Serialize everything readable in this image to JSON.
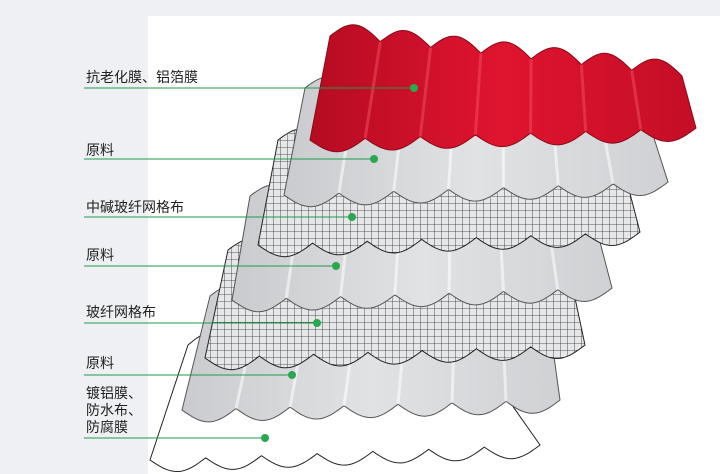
{
  "labels": {
    "l1": "抗老化膜、铝箔膜",
    "l2": "原料",
    "l3": "中碱玻纤网格布",
    "l4": "原料",
    "l5": "玻纤网格布",
    "l6": "原料",
    "l7a": "镀铝膜、",
    "l7b": "防水布、",
    "l7c": "防腐膜"
  },
  "colors": {
    "leader_line": "#1e9a4a",
    "marker_dot": "#2aa84f",
    "top_sheet": "#d9112c",
    "sheet_gray": "#d4d6d9",
    "mesh_line": "#2b2b2b",
    "outline": "#222222"
  }
}
